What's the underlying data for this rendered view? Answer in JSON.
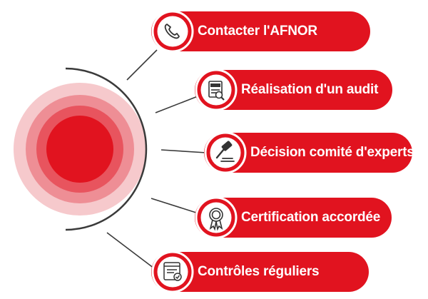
{
  "colors": {
    "accent": "#E1131F",
    "accent_light": "#F6C9CC",
    "accent_mid": "#EE8E95",
    "accent_soft": "#E8545E",
    "line": "#3a3a3a",
    "icon_stroke": "#333333",
    "icon_bg": "#ffffff"
  },
  "steps": [
    {
      "label": "Contacter l'AFNOR",
      "icon": "phone-icon"
    },
    {
      "label": "Réalisation d'un audit",
      "icon": "audit-document-icon"
    },
    {
      "label": "Décision comité d'experts",
      "icon": "gavel-icon"
    },
    {
      "label": "Certification accordée",
      "icon": "award-ribbon-icon"
    },
    {
      "label": "Contrôles réguliers",
      "icon": "checklist-icon"
    }
  ]
}
